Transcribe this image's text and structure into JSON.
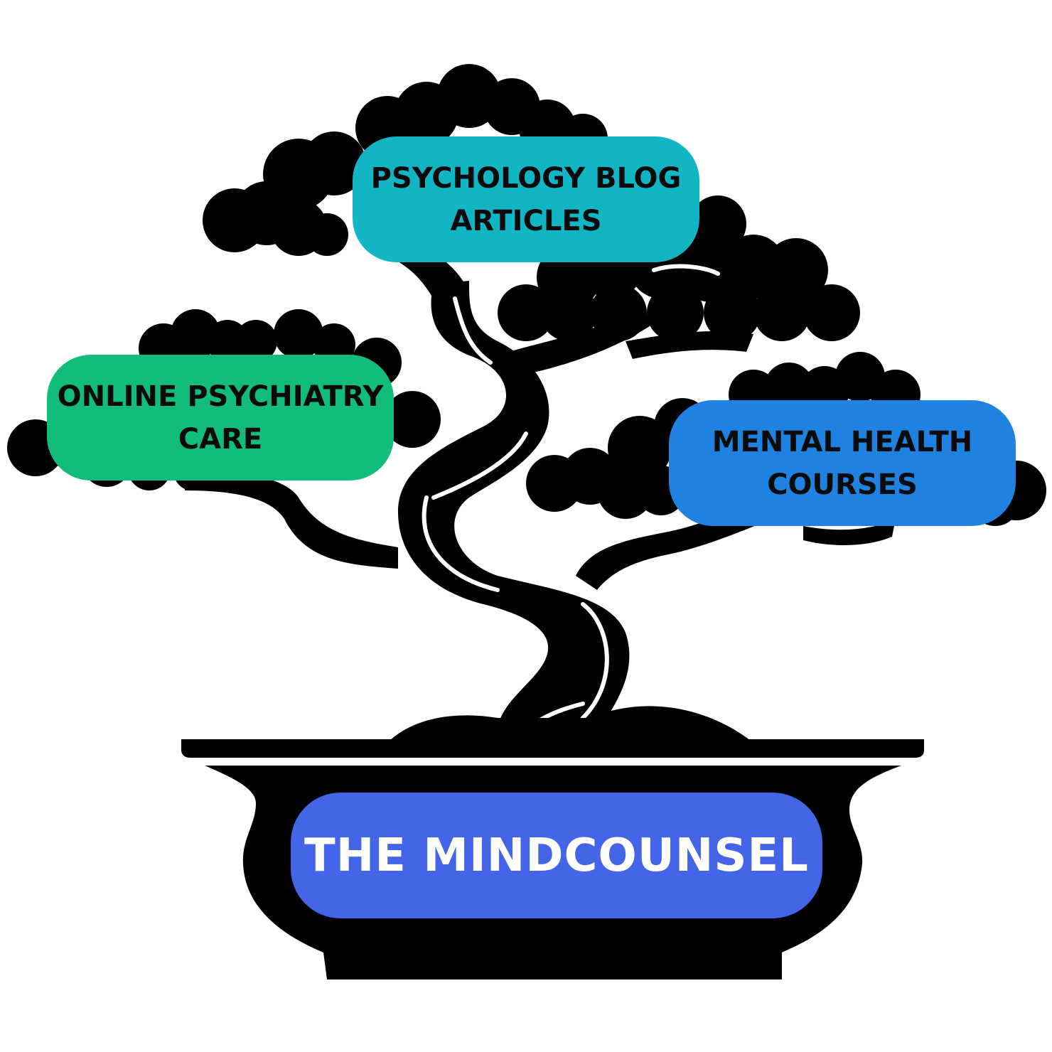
{
  "colors": {
    "silhouette": "#000000",
    "blog_box": "#12b5c4",
    "care_box": "#12bd7c",
    "courses_box": "#1f82e0",
    "brand_box": "#4565e8",
    "brand_text": "#ffffff",
    "box_text": "#0b0b0b"
  },
  "labels": {
    "blog_line1": "PSYCHOLOGY BLOG",
    "blog_line2": "ARTICLES",
    "care_line1": "ONLINE PSYCHIATRY",
    "care_line2": "CARE",
    "courses_line1": "MENTAL HEALTH",
    "courses_line2": "COURSES",
    "brand": "THE MINDCOUNSEL"
  },
  "icons": {
    "tree": "bonsai-tree-icon",
    "pot": "bonsai-pot-icon"
  }
}
